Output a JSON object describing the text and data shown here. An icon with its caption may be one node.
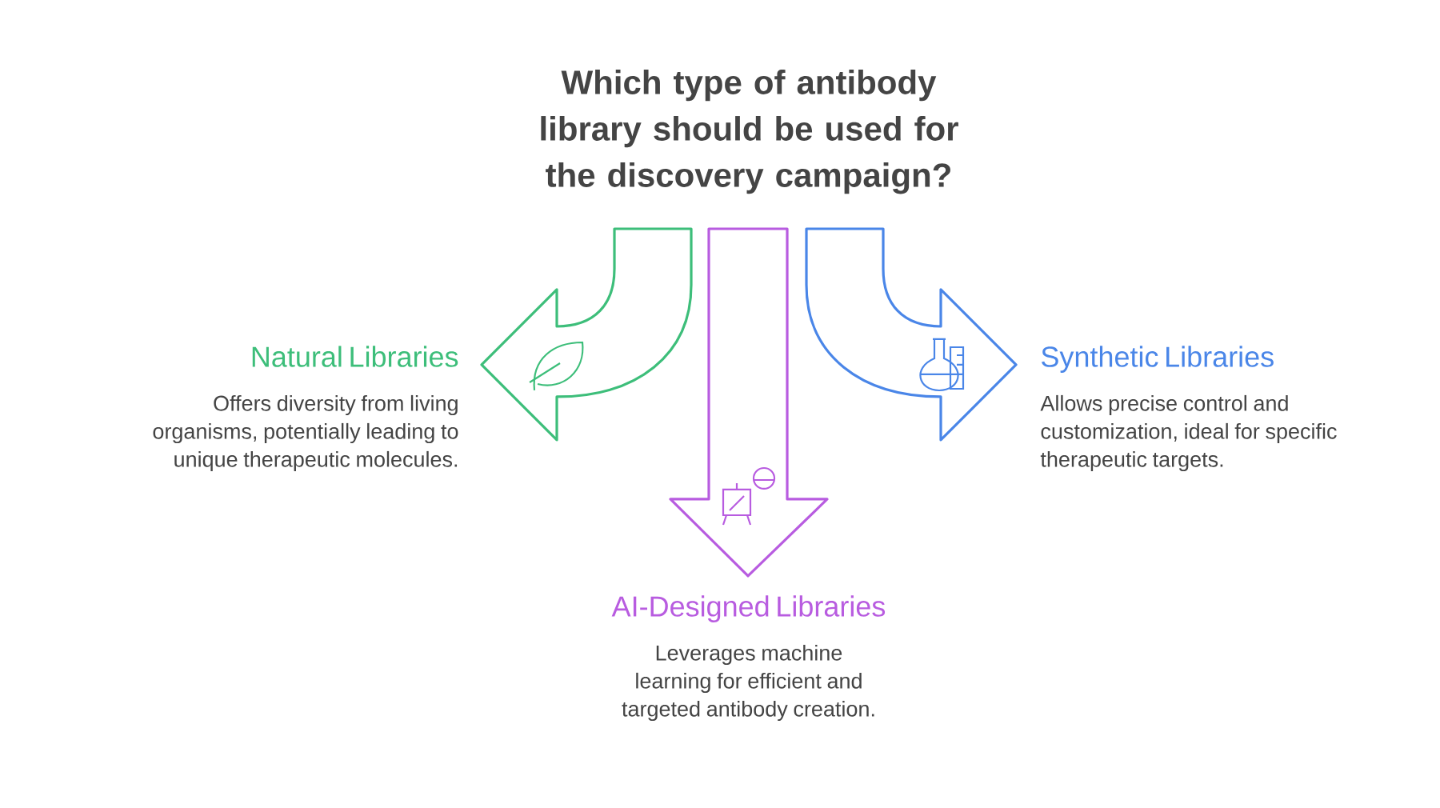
{
  "diagram": {
    "title": "Which type of antibody library should be used for the discovery campaign?",
    "nodes": [
      {
        "text": [
          "Natural Libraries",
          "Offers diversity from living organisms, potentially leading to unique therapeutic molecules."
        ]
      },
      {
        "text": [
          "Synthetic Libraries",
          "Allows precise control and customization, ideal for specific therapeutic targets."
        ]
      },
      {
        "text": [
          "AI-Designed Libraries",
          "Leverages machine learning for efficient and targeted antibody creation."
        ]
      }
    ]
  }
}
